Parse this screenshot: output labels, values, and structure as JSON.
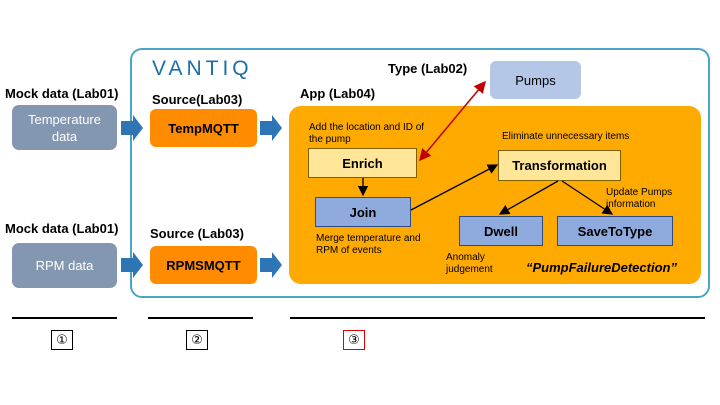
{
  "vantiq_logo": "VANTIQ",
  "labels": {
    "mock_data_1": "Mock data (Lab01)",
    "mock_data_2": "Mock data (Lab01)",
    "source_1": "Source(Lab03)",
    "source_2": "Source (Lab03)",
    "app": "App (Lab04)",
    "type": "Type (Lab02)"
  },
  "boxes": {
    "temperature_data": "Temperature data",
    "rpm_data": "RPM data",
    "tempmqtt": "TempMQTT",
    "rpmsmqtt": "RPMSMQTT",
    "pumps": "Pumps",
    "enrich": "Enrich",
    "join": "Join",
    "transformation": "Transformation",
    "dwell": "Dwell",
    "savetotype": "SaveToType"
  },
  "annotations": {
    "add_location": "Add the location and ID of the pump",
    "eliminate": "Eliminate unnecessary items",
    "update_pumps": "Update Pumps information",
    "merge": "Merge temperature and RPM of events",
    "anomaly": "Anomaly judgement",
    "app_name": "“PumpFailureDetection”"
  },
  "sections": [
    "①",
    "②",
    "③"
  ],
  "colors": {
    "gray_box": "#8497b0",
    "orange_box": "#ff8c00",
    "app_panel": "#ffaa00",
    "yellow_box": "#ffe699",
    "blue_box": "#8faadc",
    "pumps_box": "#b4c7e7",
    "arrow_blue": "#2e75b6",
    "link_red": "#c00000",
    "vantiq_border": "#4aa3c8",
    "section_3_border": "#e00000"
  },
  "icons": [
    "blue-block-arrow-icon",
    "bidirectional-red-arrow-icon",
    "flow-arrow-icon"
  ]
}
